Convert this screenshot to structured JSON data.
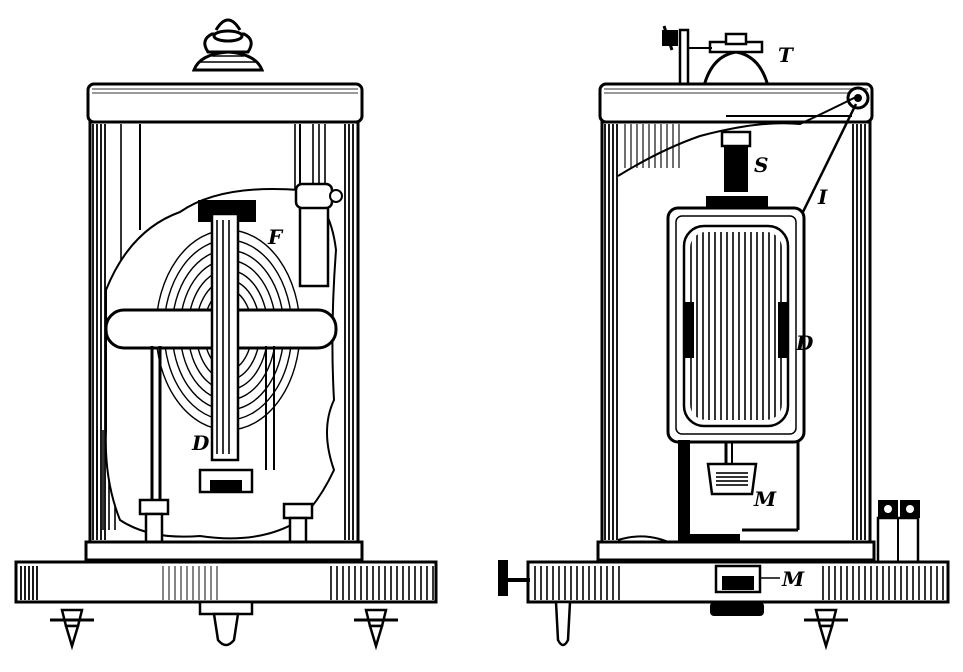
{
  "figure": {
    "left_instrument": {
      "labels": {
        "coil": "F",
        "moving_coil": "D"
      }
    },
    "right_instrument": {
      "labels": {
        "torsion_head": "T",
        "suspension": "S",
        "wire": "I",
        "moving_coil": "D",
        "mercury_cup_upper": "M",
        "mercury_cup_lower": "M"
      }
    }
  }
}
